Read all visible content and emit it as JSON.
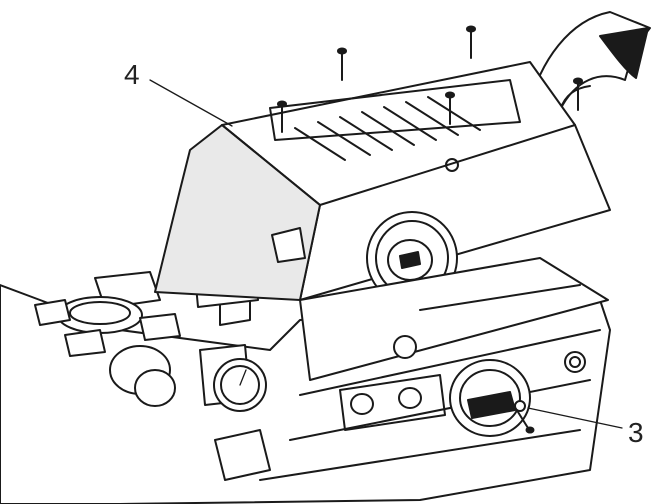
{
  "figure": {
    "callouts": [
      {
        "id": "callout-4",
        "label": "4"
      },
      {
        "id": "callout-3",
        "label": "3"
      }
    ],
    "line_color": "#1a1a1a",
    "background": "#ffffff"
  }
}
